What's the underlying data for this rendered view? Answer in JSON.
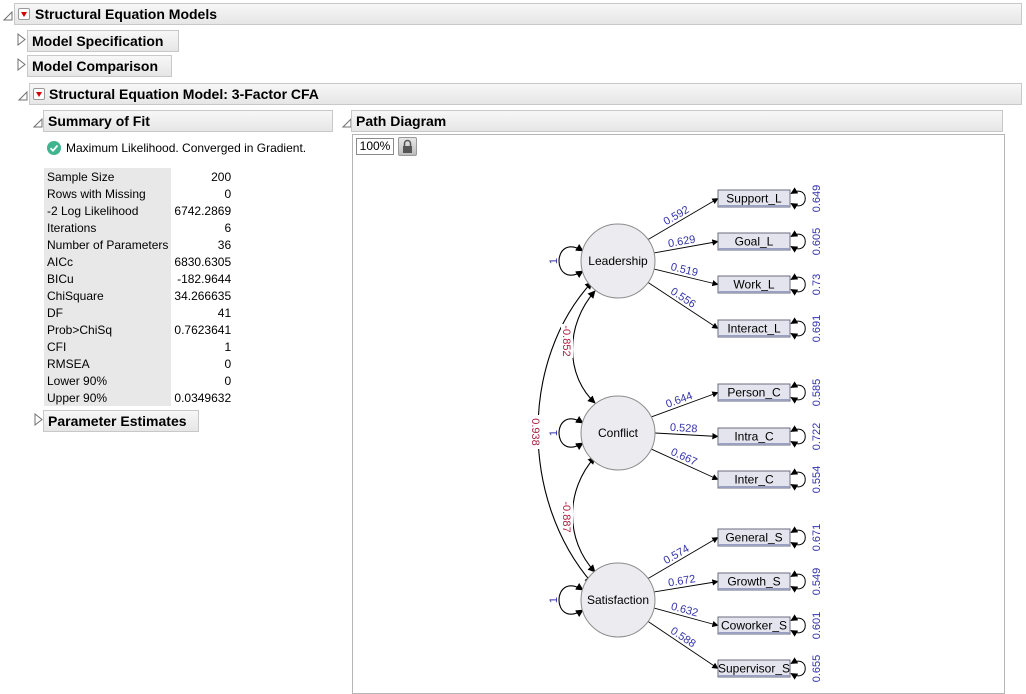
{
  "headers": {
    "sem_models": "Structural Equation Models",
    "model_specification": "Model Specification",
    "model_comparison": "Model Comparison",
    "sem_model": "Structural Equation Model: 3-Factor CFA",
    "summary_of_fit": "Summary of Fit",
    "path_diagram": "Path Diagram",
    "parameter_estimates": "Parameter Estimates"
  },
  "status": {
    "message": "Maximum Likelihood. Converged in Gradient.",
    "color": "#3fb48f"
  },
  "fit_stats": [
    {
      "label": "Sample Size",
      "value": "200"
    },
    {
      "label": "Rows with Missing",
      "value": "0"
    },
    {
      "label": "-2 Log Likelihood",
      "value": "6742.2869"
    },
    {
      "label": "Iterations",
      "value": "6"
    },
    {
      "label": "Number of Parameters",
      "value": "36"
    },
    {
      "label": "AICc",
      "value": "6830.6305"
    },
    {
      "label": "BICu",
      "value": "-182.9644"
    },
    {
      "label": "ChiSquare",
      "value": "34.266635"
    },
    {
      "label": "DF",
      "value": "41"
    },
    {
      "label": "Prob>ChiSq",
      "value": "0.7623641"
    },
    {
      "label": "CFI",
      "value": "1"
    },
    {
      "label": "RMSEA",
      "value": "0"
    },
    {
      "label": "Lower 90%",
      "value": "0"
    },
    {
      "label": "Upper 90%",
      "value": "0.0349632"
    }
  ],
  "diagram": {
    "zoom": "100%",
    "loading_color": "#3333aa",
    "covariance_color": "#aa2244",
    "factors": [
      {
        "id": "leadership",
        "name": "Leadership",
        "variance": "1",
        "indicators": [
          {
            "name": "Support_L",
            "loading": "0.592",
            "residual": "0.649"
          },
          {
            "name": "Goal_L",
            "loading": "0.629",
            "residual": "0.605"
          },
          {
            "name": "Work_L",
            "loading": "0.519",
            "residual": "0.73"
          },
          {
            "name": "Interact_L",
            "loading": "0.556",
            "residual": "0.691"
          }
        ]
      },
      {
        "id": "conflict",
        "name": "Conflict",
        "variance": "1",
        "indicators": [
          {
            "name": "Person_C",
            "loading": "0.644",
            "residual": "0.585"
          },
          {
            "name": "Intra_C",
            "loading": "0.528",
            "residual": "0.722"
          },
          {
            "name": "Inter_C",
            "loading": "0.667",
            "residual": "0.554"
          }
        ]
      },
      {
        "id": "satisfaction",
        "name": "Satisfaction",
        "variance": "1",
        "indicators": [
          {
            "name": "General_S",
            "loading": "0.574",
            "residual": "0.671"
          },
          {
            "name": "Growth_S",
            "loading": "0.672",
            "residual": "0.549"
          },
          {
            "name": "Coworker_S",
            "loading": "0.632",
            "residual": "0.601"
          },
          {
            "name": "Supervisor_S",
            "loading": "0.588",
            "residual": "0.655"
          }
        ]
      }
    ],
    "covariances": [
      {
        "from": "leadership",
        "to": "conflict",
        "value": "-0.852"
      },
      {
        "from": "conflict",
        "to": "satisfaction",
        "value": "-0.887"
      },
      {
        "from": "leadership",
        "to": "satisfaction",
        "value": "0.938"
      }
    ]
  }
}
